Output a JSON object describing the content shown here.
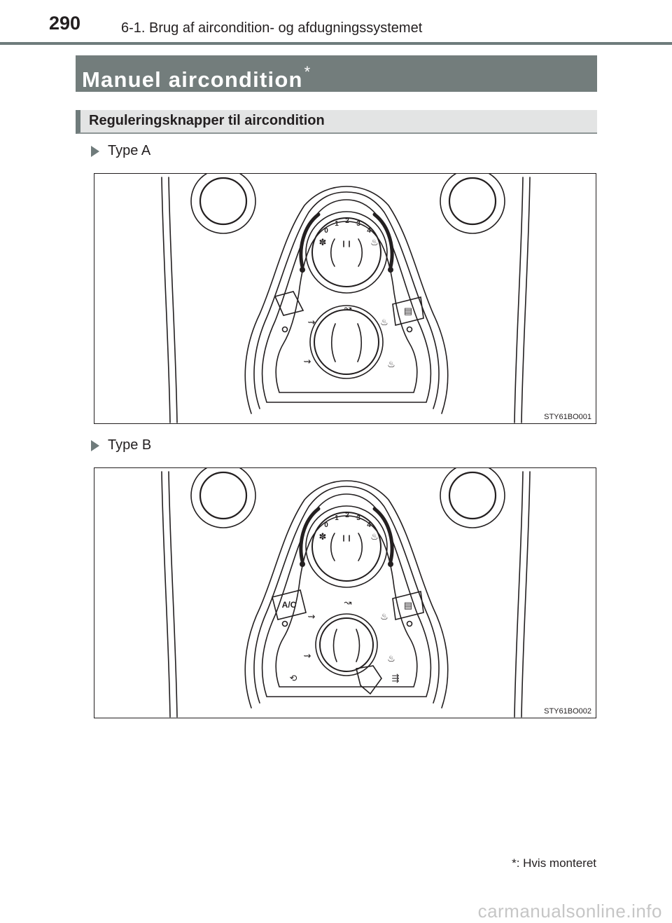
{
  "header": {
    "page_number": "290",
    "chapter": "6-1. Brug af aircondition- og afdugningssystemet"
  },
  "section": {
    "title": "Manuel aircondition",
    "marker": "*"
  },
  "subsection": {
    "title": "Reguleringsknapper til aircondition"
  },
  "figures": [
    {
      "label": "Type A",
      "code": "STY61BO001",
      "fan_scale": [
        "0",
        "1",
        "2",
        "3",
        "4"
      ]
    },
    {
      "label": "Type B",
      "code": "STY61BO002",
      "fan_scale": [
        "0",
        "1",
        "2",
        "3",
        "4"
      ],
      "ac_button": "A/C"
    }
  ],
  "footnote": {
    "marker": "*",
    "text": ": Hvis monteret"
  },
  "watermark": "carmanualsonline.info"
}
